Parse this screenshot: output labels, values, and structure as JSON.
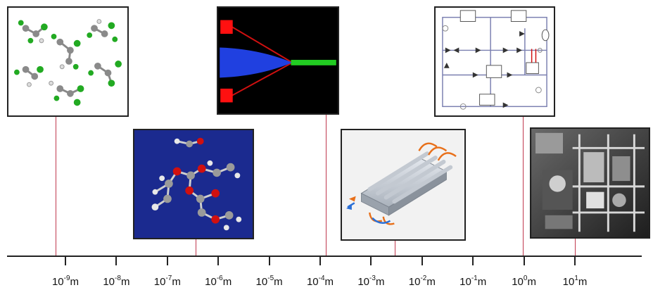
{
  "scale_axis": {
    "unit": "m",
    "ticks": [
      {
        "base": "10",
        "exp": "-9"
      },
      {
        "base": "10",
        "exp": "-8"
      },
      {
        "base": "10",
        "exp": "-7"
      },
      {
        "base": "10",
        "exp": "-6"
      },
      {
        "base": "10",
        "exp": "-5"
      },
      {
        "base": "10",
        "exp": "-4"
      },
      {
        "base": "10",
        "exp": "-3"
      },
      {
        "base": "10",
        "exp": "-2"
      },
      {
        "base": "10",
        "exp": "-1"
      },
      {
        "base": "10",
        "exp": "0"
      },
      {
        "base": "10",
        "exp": "1"
      }
    ]
  },
  "colors": {
    "axis": "#222222",
    "connector": "#c0394f",
    "molecule_carbon": "#8a8a8a",
    "molecule_halogen": "#22aa22",
    "crystal_background": "#1b2a8f",
    "nozzle_background": "#000000",
    "nozzle_jet": "#2040e0",
    "nozzle_stream": "#22cc22",
    "nozzle_marker": "#ff1010"
  },
  "panels": [
    {
      "id": "molecules",
      "icon": "halogenated-molecules-icon"
    },
    {
      "id": "crystal",
      "icon": "molecular-structure-icon"
    },
    {
      "id": "nozzle",
      "icon": "micro-nozzle-jet-icon"
    },
    {
      "id": "heat-exchanger",
      "icon": "microchannel-heat-exchanger-icon"
    },
    {
      "id": "flow-schematic",
      "icon": "process-schematic-icon"
    },
    {
      "id": "apparatus",
      "icon": "lab-apparatus-photo-icon"
    }
  ]
}
